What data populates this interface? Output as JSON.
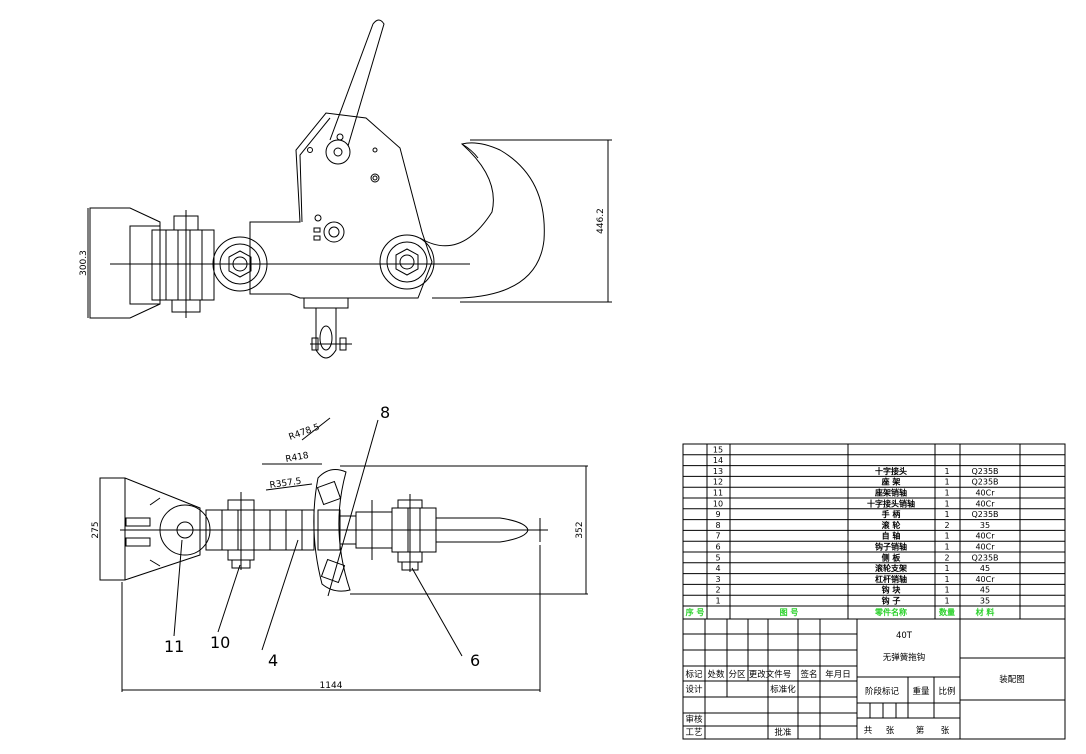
{
  "dimensions": {
    "height_top": "300.3",
    "hook_height": "446.2",
    "width_bottom": "275",
    "height_bottom": "352",
    "total_length": "1144",
    "radius_outer": "R478.5",
    "radius_mid": "R418",
    "radius_inner": "R357.5"
  },
  "callouts": {
    "p8": "8",
    "p11": "11",
    "p10": "10",
    "p4": "4",
    "p6": "6"
  },
  "bom": {
    "rows": [
      {
        "no": "15",
        "name": "",
        "qty": "",
        "material": ""
      },
      {
        "no": "14",
        "name": "",
        "qty": "",
        "material": ""
      },
      {
        "no": "13",
        "name": "十字接头",
        "qty": "1",
        "material": "Q235B"
      },
      {
        "no": "12",
        "name": "座 架",
        "qty": "1",
        "material": "Q235B"
      },
      {
        "no": "11",
        "name": "座架销轴",
        "qty": "1",
        "material": "40Cr"
      },
      {
        "no": "10",
        "name": "十字接头销轴",
        "qty": "1",
        "material": "40Cr"
      },
      {
        "no": "9",
        "name": "手 柄",
        "qty": "1",
        "material": "Q235B"
      },
      {
        "no": "8",
        "name": "滚 轮",
        "qty": "2",
        "material": "35"
      },
      {
        "no": "7",
        "name": "自 轴",
        "qty": "1",
        "material": "40Cr"
      },
      {
        "no": "6",
        "name": "钩子销轴",
        "qty": "1",
        "material": "40Cr"
      },
      {
        "no": "5",
        "name": "侧 板",
        "qty": "2",
        "material": "Q235B"
      },
      {
        "no": "4",
        "name": "滚轮支架",
        "qty": "1",
        "material": "45"
      },
      {
        "no": "3",
        "name": "杠杆销轴",
        "qty": "1",
        "material": "40Cr"
      },
      {
        "no": "2",
        "name": "钩 块",
        "qty": "1",
        "material": "45"
      },
      {
        "no": "1",
        "name": "钩 子",
        "qty": "1",
        "material": "35"
      }
    ],
    "header": {
      "no": "序 号",
      "drawing_no": "图 号",
      "name": "零件名称",
      "qty": "数量",
      "material": "材 料"
    }
  },
  "title_block": {
    "model": "40T",
    "product": "无弹簧拖钩",
    "drawing_type": "装配图",
    "rev_headers": [
      "标记",
      "处数",
      "分区",
      "更改文件号",
      "签名",
      "年月日"
    ],
    "design": "设计",
    "standardize": "标准化",
    "stage_mark": "阶段标记",
    "weight": "重量",
    "scale": "比例",
    "review": "审核",
    "process": "工艺",
    "approve": "批准",
    "total": "共",
    "sheets": "张",
    "page": "第",
    "sheet2": "张"
  }
}
